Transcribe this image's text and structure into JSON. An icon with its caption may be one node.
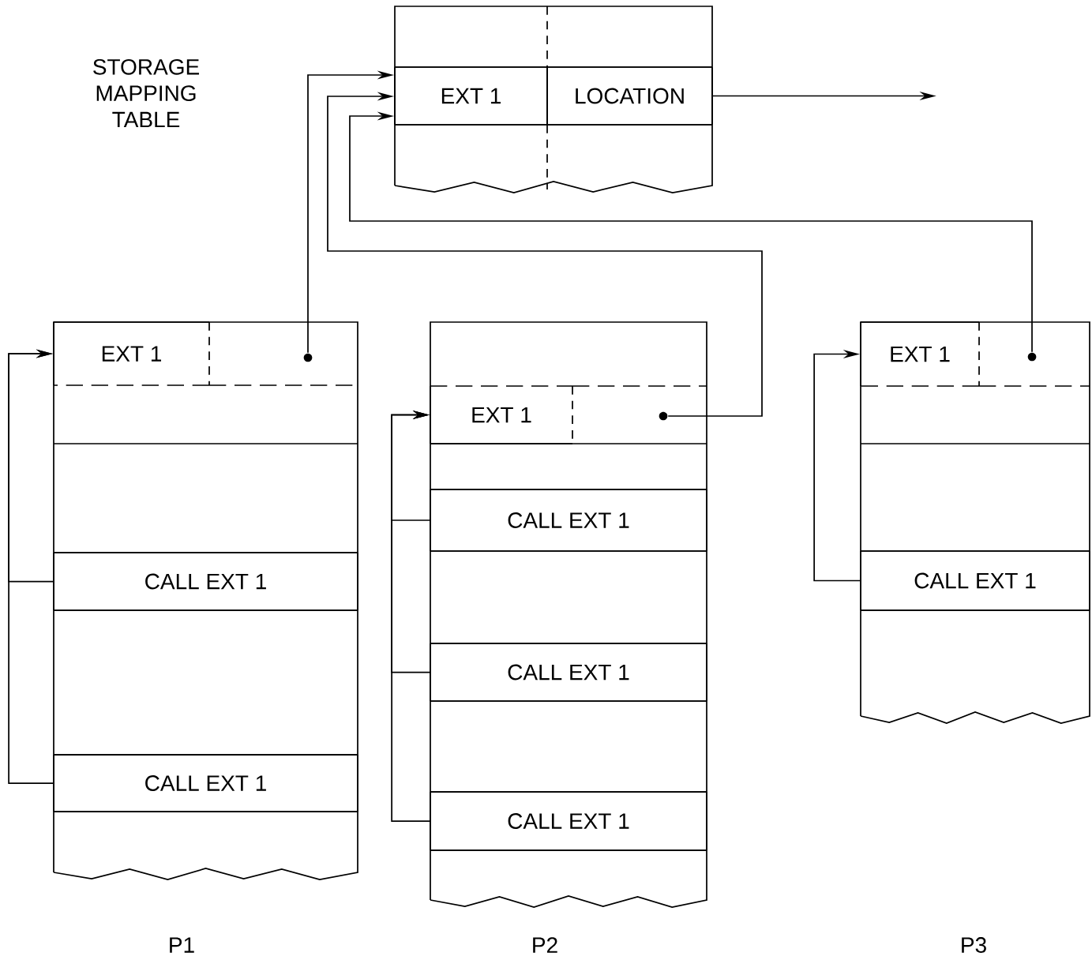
{
  "diagram": {
    "nodes": [
      {
        "text": [],
        "shape": "box"
      },
      {
        "text": [
          "EXT 1"
        ],
        "in": 0
      },
      {
        "text": [
          "LOCATION"
        ],
        "in": 0
      },
      {
        "text": [],
        "shape": "box"
      },
      {
        "text": [
          "EXT 1"
        ],
        "in": 3
      },
      {
        "text": [],
        "shape": "circle",
        "in": 3
      },
      {
        "text": [
          "CALL EXT 1"
        ],
        "in": 3
      },
      {
        "text": [
          "CALL EXT 1"
        ],
        "in": 3
      },
      {
        "text": [],
        "shape": "box"
      },
      {
        "text": [
          "EXT 1"
        ],
        "in": 8
      },
      {
        "text": [],
        "shape": "circle",
        "in": 8
      },
      {
        "text": [
          "CALL EXT 1"
        ],
        "in": 8
      },
      {
        "text": [
          "CALL EXT 1"
        ],
        "in": 8
      },
      {
        "text": [
          "CALL EXT 1"
        ],
        "in": 8
      },
      {
        "text": [],
        "shape": "box"
      },
      {
        "text": [
          "EXT 1"
        ],
        "in": 14
      },
      {
        "text": [],
        "shape": "circle",
        "in": 14
      },
      {
        "text": [
          "CALL EXT 1"
        ],
        "in": 14
      }
    ],
    "edges": [
      {
        "from": 5,
        "to": 1,
        "arrow": "to"
      },
      {
        "from": 10,
        "to": 1,
        "arrow": "to"
      },
      {
        "from": 16,
        "to": 1,
        "arrow": "to"
      },
      {
        "from": 2,
        "to": null,
        "arrow": "to"
      },
      {
        "from": 6,
        "to": 4,
        "arrow": "to"
      },
      {
        "from": 7,
        "to": 4,
        "arrow": "to"
      },
      {
        "from": 11,
        "to": 9,
        "arrow": "to"
      },
      {
        "from": 12,
        "to": 9,
        "arrow": "to"
      },
      {
        "from": 13,
        "to": 9,
        "arrow": "to"
      },
      {
        "from": 17,
        "to": 15,
        "arrow": "to"
      }
    ],
    "labels": [
      "STORAGE MAPPING TABLE",
      "P1",
      "P2",
      "P3"
    ]
  }
}
